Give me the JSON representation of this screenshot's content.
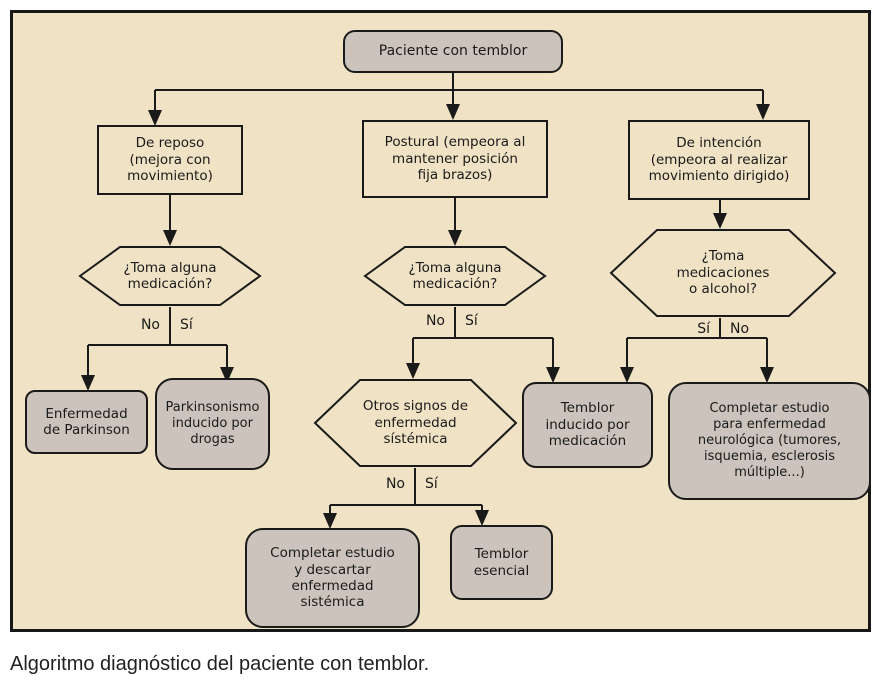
{
  "caption": "Algoritmo diagnóstico del paciente con temblor.",
  "colors": {
    "diagram_background": "#f0e2c5",
    "result_node_fill": "#ccc4bc",
    "line_and_text": "#1a1a1a"
  },
  "nodes": {
    "start": "Paciente con temblor",
    "branch_rest": "De reposo\n(mejora con\nmovimiento)",
    "branch_postural": "Postural (empeora al\nmantener posición\nfija brazos)",
    "branch_intention": "De intención\n(empeora al realizar\nmovimiento dirigido)",
    "q_medication_left": "¿Toma alguna\nmedicación?",
    "q_medication_mid": "¿Toma alguna\nmedicación?",
    "q_alcohol": "¿Toma\nmedicaciones\no alcohol?",
    "q_systemic": "Otros signos de\nenfermedad\nsístémica",
    "parkinson": "Enfermedad\nde Parkinson",
    "drug_parkinsonism": "Parkinsonismo\ninducido por\ndrogas",
    "med_tremor": "Temblor\ninducido por\nmedicación",
    "neuro_study": "Completar estudio\npara enfermedad\nneurológica (tumores,\nisquemia, esclerosis\nmúltiple...)",
    "systemic_study": "Completar estudio\ny descartar\nenfermedad\nsistémica",
    "essential": "Temblor\nesencial"
  },
  "edge_labels": {
    "left_no": "No",
    "left_yes": "Sí",
    "mid_no": "No",
    "mid_yes": "Sí",
    "right_yes": "Sí",
    "right_no": "No",
    "sys_no": "No",
    "sys_yes": "Sí"
  }
}
